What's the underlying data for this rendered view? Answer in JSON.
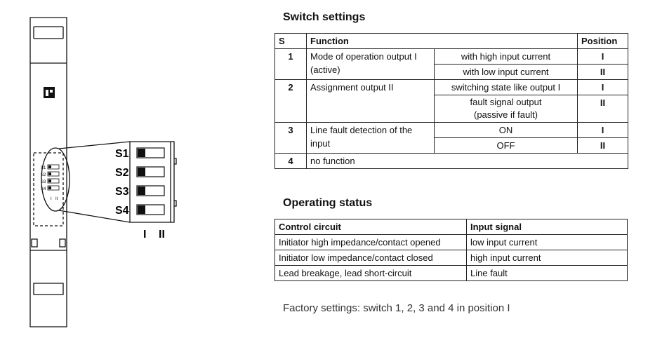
{
  "device": {
    "switch_labels": [
      "S1",
      "S2",
      "S3",
      "S4"
    ],
    "position_labels": [
      "I",
      "II"
    ],
    "small_switch_labels": [
      "S1",
      "S2",
      "S3",
      "S4"
    ],
    "small_position_labels": [
      "I",
      "II"
    ]
  },
  "switch_settings": {
    "title": "Switch settings",
    "headers": {
      "s": "S",
      "function": "Function",
      "position": "Position"
    },
    "rows": [
      {
        "s": "1",
        "function": "Mode of operation output I (active)",
        "sub": [
          {
            "setting": "with high input current",
            "position": "I"
          },
          {
            "setting": "with low input current",
            "position": "II"
          }
        ]
      },
      {
        "s": "2",
        "function": "Assignment output II",
        "sub": [
          {
            "setting": "switching state like output I",
            "position": "I"
          },
          {
            "setting": "fault signal output (passive if fault)",
            "position": "II"
          }
        ]
      },
      {
        "s": "3",
        "function": "Line fault detection of the input",
        "sub": [
          {
            "setting": "ON",
            "position": "I"
          },
          {
            "setting": "OFF",
            "position": "II"
          }
        ]
      },
      {
        "s": "4",
        "function": "no function"
      }
    ]
  },
  "operating_status": {
    "title": "Operating status",
    "headers": {
      "control": "Control circuit",
      "input": "Input signal"
    },
    "rows": [
      {
        "control": "Initiator high impedance/contact opened",
        "input": "low input current"
      },
      {
        "control": "Initiator low impedance/contact closed",
        "input": "high input current"
      },
      {
        "control": "Lead breakage, lead short-circuit",
        "input": "Line fault"
      }
    ]
  },
  "factory_settings": "Factory settings: switch 1, 2, 3 and 4 in position I"
}
